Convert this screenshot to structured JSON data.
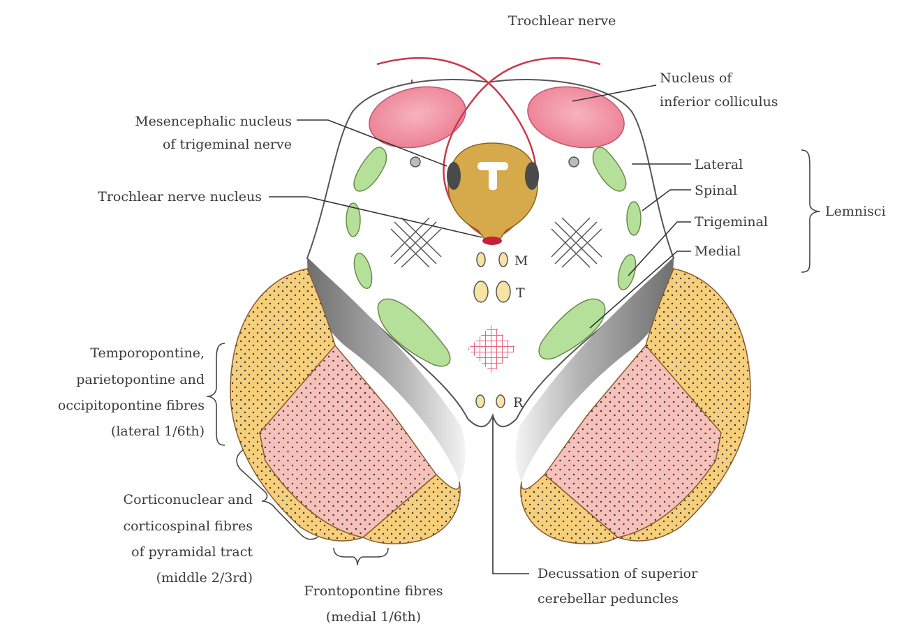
{
  "labels": {
    "trochlear_nerve": "Trochlear nerve",
    "nucleus_inferior_colliculus": [
      "Nucleus of",
      "inferior colliculus"
    ],
    "mesencephalic_nucleus": [
      "Mesencephalic nucleus",
      "of trigeminal nerve"
    ],
    "trochlear_nerve_nucleus": "Trochlear nerve nucleus",
    "lemnisci": {
      "lateral": "Lateral",
      "spinal": "Spinal",
      "trigeminal": "Trigeminal",
      "medial": "Medial",
      "group": "Lemnisci"
    },
    "temporopontine": [
      "Temporopontine,",
      "parietopontine and",
      "occipitopontine fibres",
      "(lateral 1/6th)"
    ],
    "corticonuclear": [
      "Corticonuclear and",
      "corticospinal fibres",
      "of pyramidal tract",
      "(middle 2/3rd)"
    ],
    "frontopontine": [
      "Frontopontine fibres",
      "(medial 1/6th)"
    ],
    "decussation": [
      "Decussation of superior",
      "cerebellar peduncles"
    ],
    "nuclei_letters": {
      "m": "M",
      "t": "T",
      "r": "R"
    }
  },
  "colors": {
    "colliculus": "#f08fa0",
    "lemniscus": "#b5e09a",
    "aqueduct_grey": "#d6a94a",
    "trochlear_nerve": "#c83a4a",
    "fibres_orange": "#f3a961",
    "fibres_yellow": "#f6e08a",
    "fibres_pink": "#f6b9b4",
    "substantia_nigra": "#9a9a9a",
    "decussation": "#e8607a"
  }
}
